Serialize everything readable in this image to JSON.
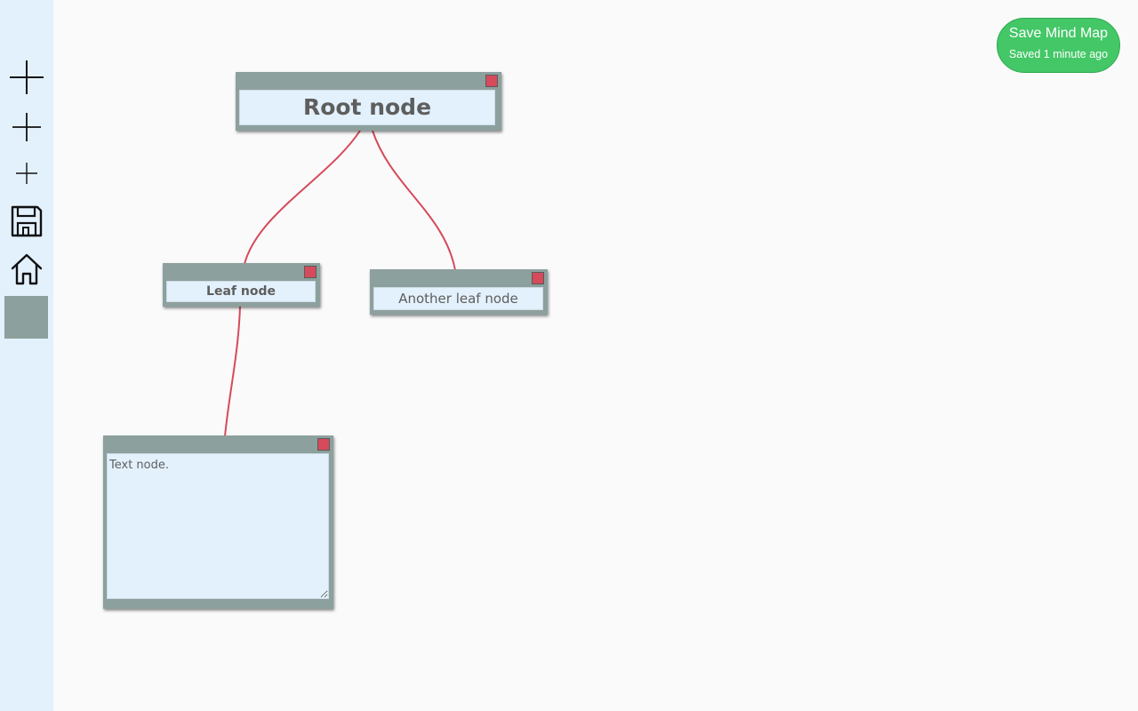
{
  "toolbar": {
    "items": [
      {
        "icon": "plus-large-icon",
        "label": ""
      },
      {
        "icon": "plus-medium-icon",
        "label": ""
      },
      {
        "icon": "plus-small-icon",
        "label": ""
      },
      {
        "icon": "save-floppy-icon",
        "label": ""
      },
      {
        "icon": "home-icon",
        "label": ""
      },
      {
        "icon": "color-swatch",
        "label": ""
      }
    ],
    "swatch_color": "#8ca09d"
  },
  "mindmap": {
    "root": {
      "label": "Root node"
    },
    "leaf": {
      "label": "Leaf node"
    },
    "another_leaf": {
      "label": "Another leaf node"
    },
    "text_node": {
      "value": "Text node."
    }
  },
  "save": {
    "label": "Save Mind Map",
    "status": "Saved 1 minute ago"
  },
  "colors": {
    "node_frame": "#8ca09d",
    "node_body": "#e3f1fd",
    "close_button": "#d64a5b",
    "connector": "#d64a5b",
    "save_button": "#44c767",
    "sidebar": "#e3f1fd"
  }
}
